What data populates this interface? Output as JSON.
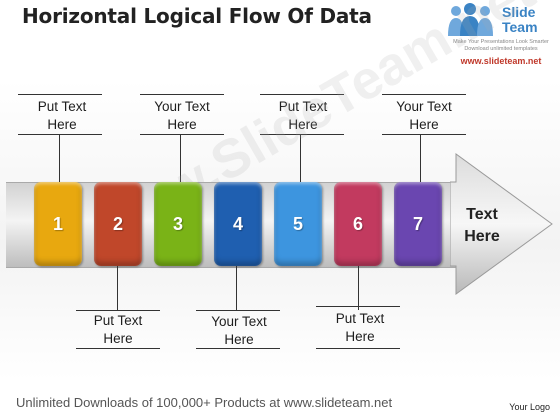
{
  "title": "Horizontal Logical Flow Of Data",
  "brand": {
    "name_line1": "Slide",
    "name_line2": "Team",
    "tagline1": "Make Your Presentations Look Smarter",
    "tagline2": "Download unlimited templates",
    "url": "www.slideteam.net",
    "accent": "#3a83c4"
  },
  "top_labels": [
    {
      "line1": "Put Text",
      "line2": "Here"
    },
    {
      "line1": "Your Text",
      "line2": "Here"
    },
    {
      "line1": "Put Text",
      "line2": "Here"
    },
    {
      "line1": "Your Text",
      "line2": "Here"
    }
  ],
  "bottom_labels": [
    {
      "line1": "Put Text",
      "line2": "Here"
    },
    {
      "line1": "Your Text",
      "line2": "Here"
    },
    {
      "line1": "Put Text",
      "line2": "Here"
    }
  ],
  "steps": [
    {
      "number": "1",
      "color": "#e8a80f"
    },
    {
      "number": "2",
      "color": "#c0472a"
    },
    {
      "number": "3",
      "color": "#7ab317"
    },
    {
      "number": "4",
      "color": "#1f5fb0"
    },
    {
      "number": "5",
      "color": "#3d95df"
    },
    {
      "number": "6",
      "color": "#c23a5f"
    },
    {
      "number": "7",
      "color": "#6a46b0"
    }
  ],
  "arrow_label": {
    "line1": "Text",
    "line2": "Here"
  },
  "watermark": "www.SlideTeam.net",
  "footer": {
    "left": "Unlimited Downloads of 100,000+ Products at www.slideteam.net",
    "right": "Your Logo"
  }
}
